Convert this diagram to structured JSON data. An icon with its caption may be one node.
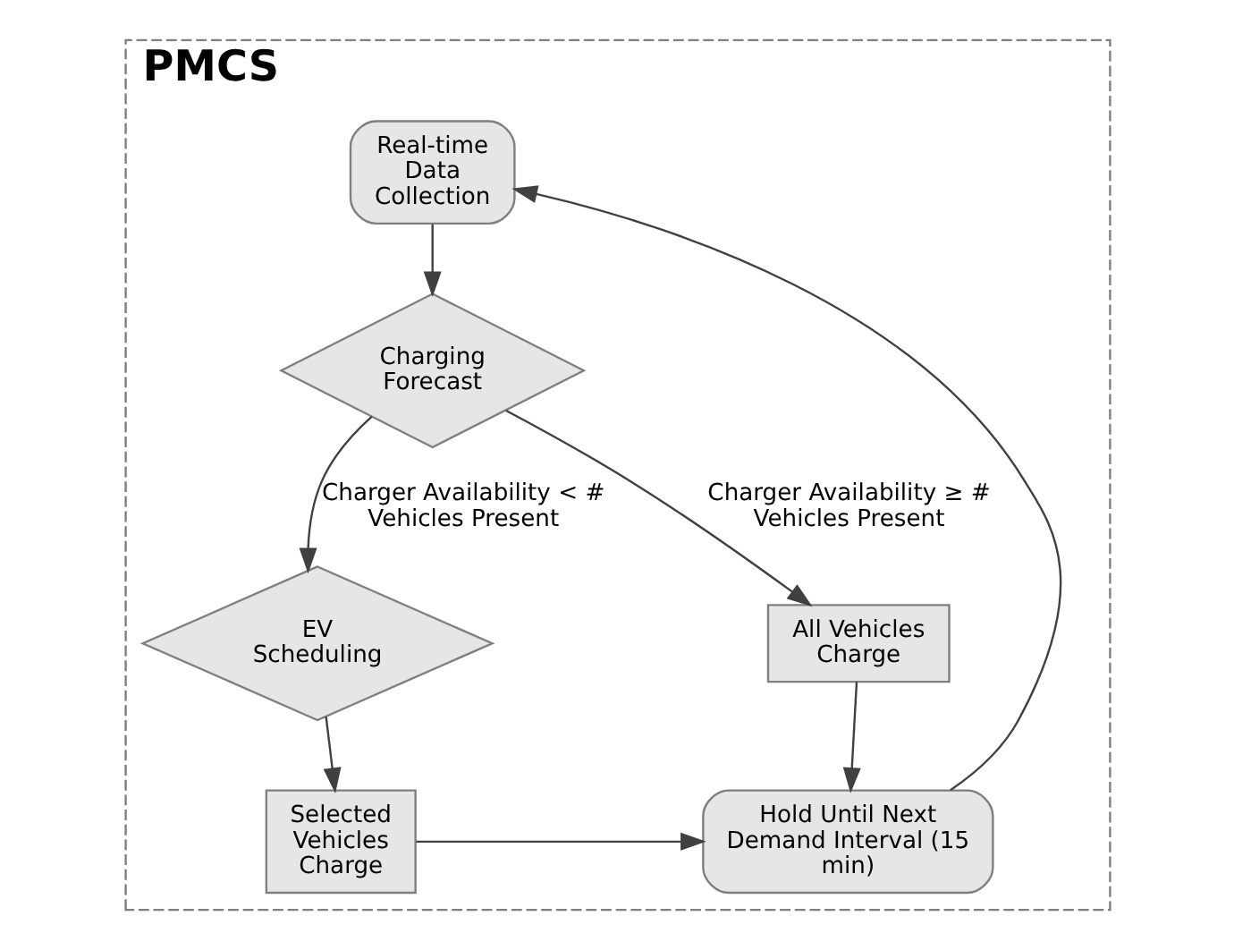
{
  "diagram": {
    "nodes": [
      {
        "text": [
          "PMCS"
        ]
      },
      {
        "text": [
          "Real-time Data Collection"
        ],
        "in": 0
      },
      {
        "text": [
          "Charging Forecast"
        ],
        "in": 0
      },
      {
        "text": [
          "All Vehicles Charge"
        ],
        "in": 0
      },
      {
        "text": [
          "EV Scheduling"
        ],
        "in": 0
      },
      {
        "text": [
          "Selected Vehicles Charge"
        ],
        "in": 0
      },
      {
        "text": [
          "Hold Until Next Demand Interval (15 min)"
        ],
        "in": 0
      }
    ],
    "edges": [
      {
        "from": 1,
        "to": 2,
        "arrow": "to"
      },
      {
        "from": 2,
        "to": 3,
        "arrow": "to",
        "label": "Charger Availability ≥ # Vehicles Present"
      },
      {
        "from": 2,
        "to": 4,
        "arrow": "to",
        "label": "Charger Availability < # Vehicles Present"
      },
      {
        "from": 4,
        "to": 5,
        "arrow": "to"
      },
      {
        "from": 3,
        "to": 6,
        "arrow": "to"
      },
      {
        "from": 5,
        "to": 6,
        "arrow": "to"
      },
      {
        "from": 6,
        "to": 1,
        "arrow": "to"
      }
    ]
  }
}
